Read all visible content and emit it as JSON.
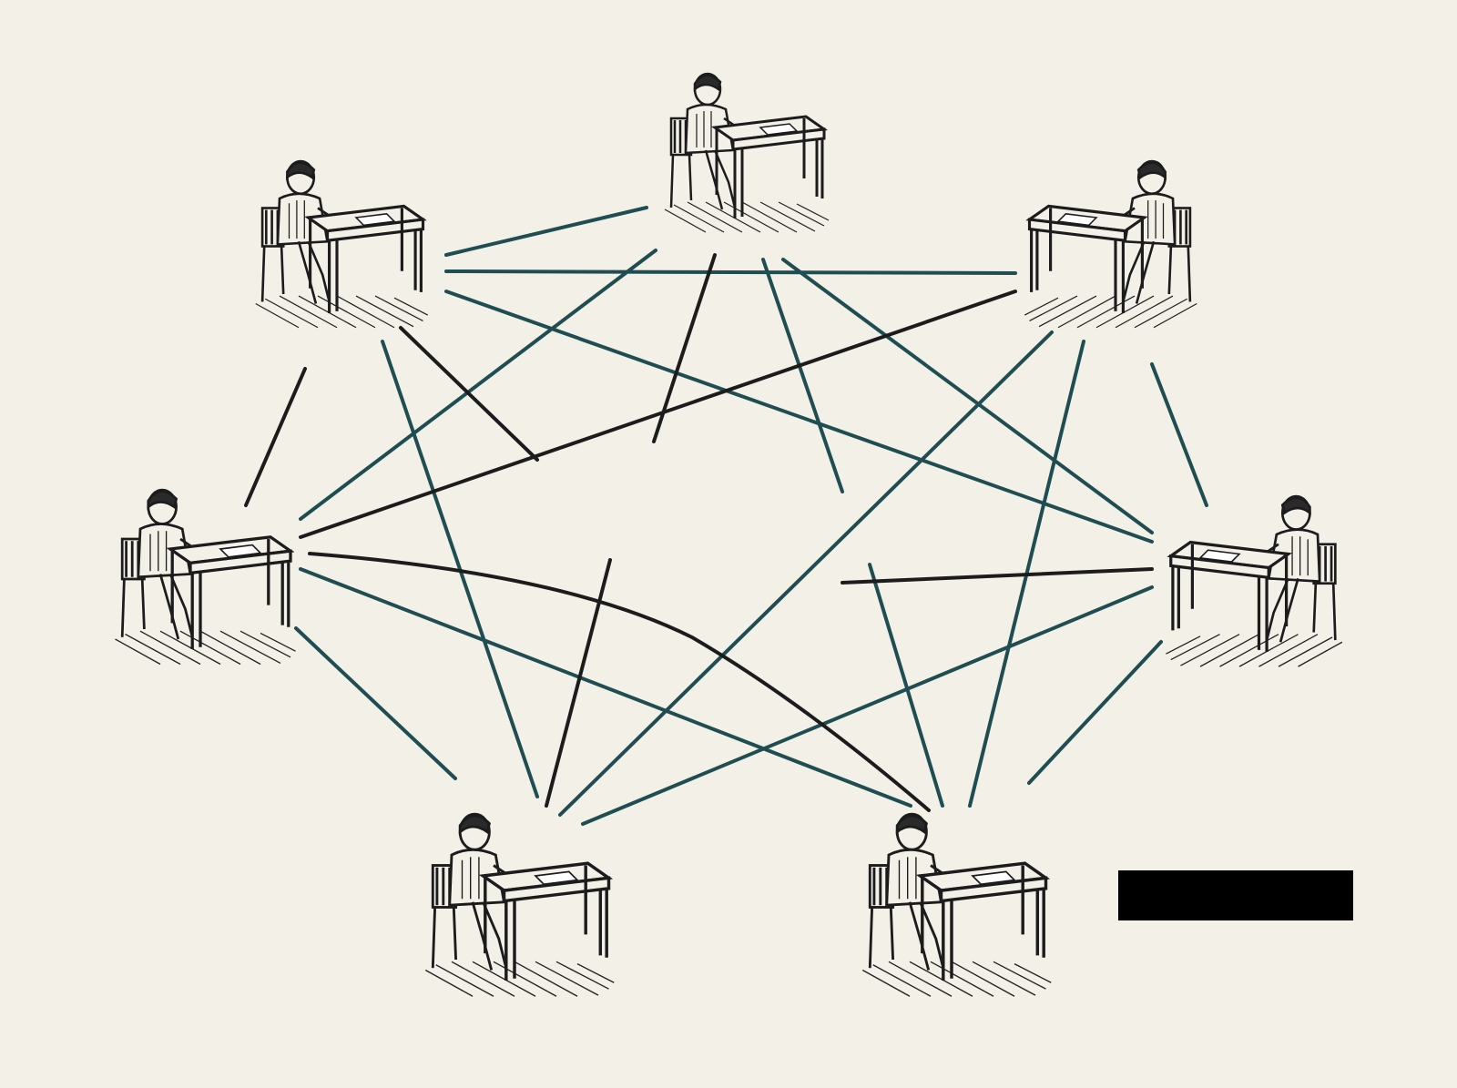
{
  "scene": {
    "description_free": true,
    "background_color": "#f3f0e8",
    "ink_color": "#1c1c1c",
    "link_color": "#1f4d52",
    "workstations": [
      {
        "id": "top-center",
        "person": "man",
        "facing": "front"
      },
      {
        "id": "top-left",
        "person": "man",
        "facing": "right"
      },
      {
        "id": "top-right",
        "person": "man",
        "facing": "left"
      },
      {
        "id": "middle-left",
        "person": "man",
        "facing": "right"
      },
      {
        "id": "middle-right",
        "person": "woman",
        "facing": "left"
      },
      {
        "id": "bottom-left",
        "person": "woman",
        "facing": "back"
      },
      {
        "id": "bottom-right",
        "person": "man",
        "facing": "back"
      }
    ],
    "redacted_block": true
  }
}
